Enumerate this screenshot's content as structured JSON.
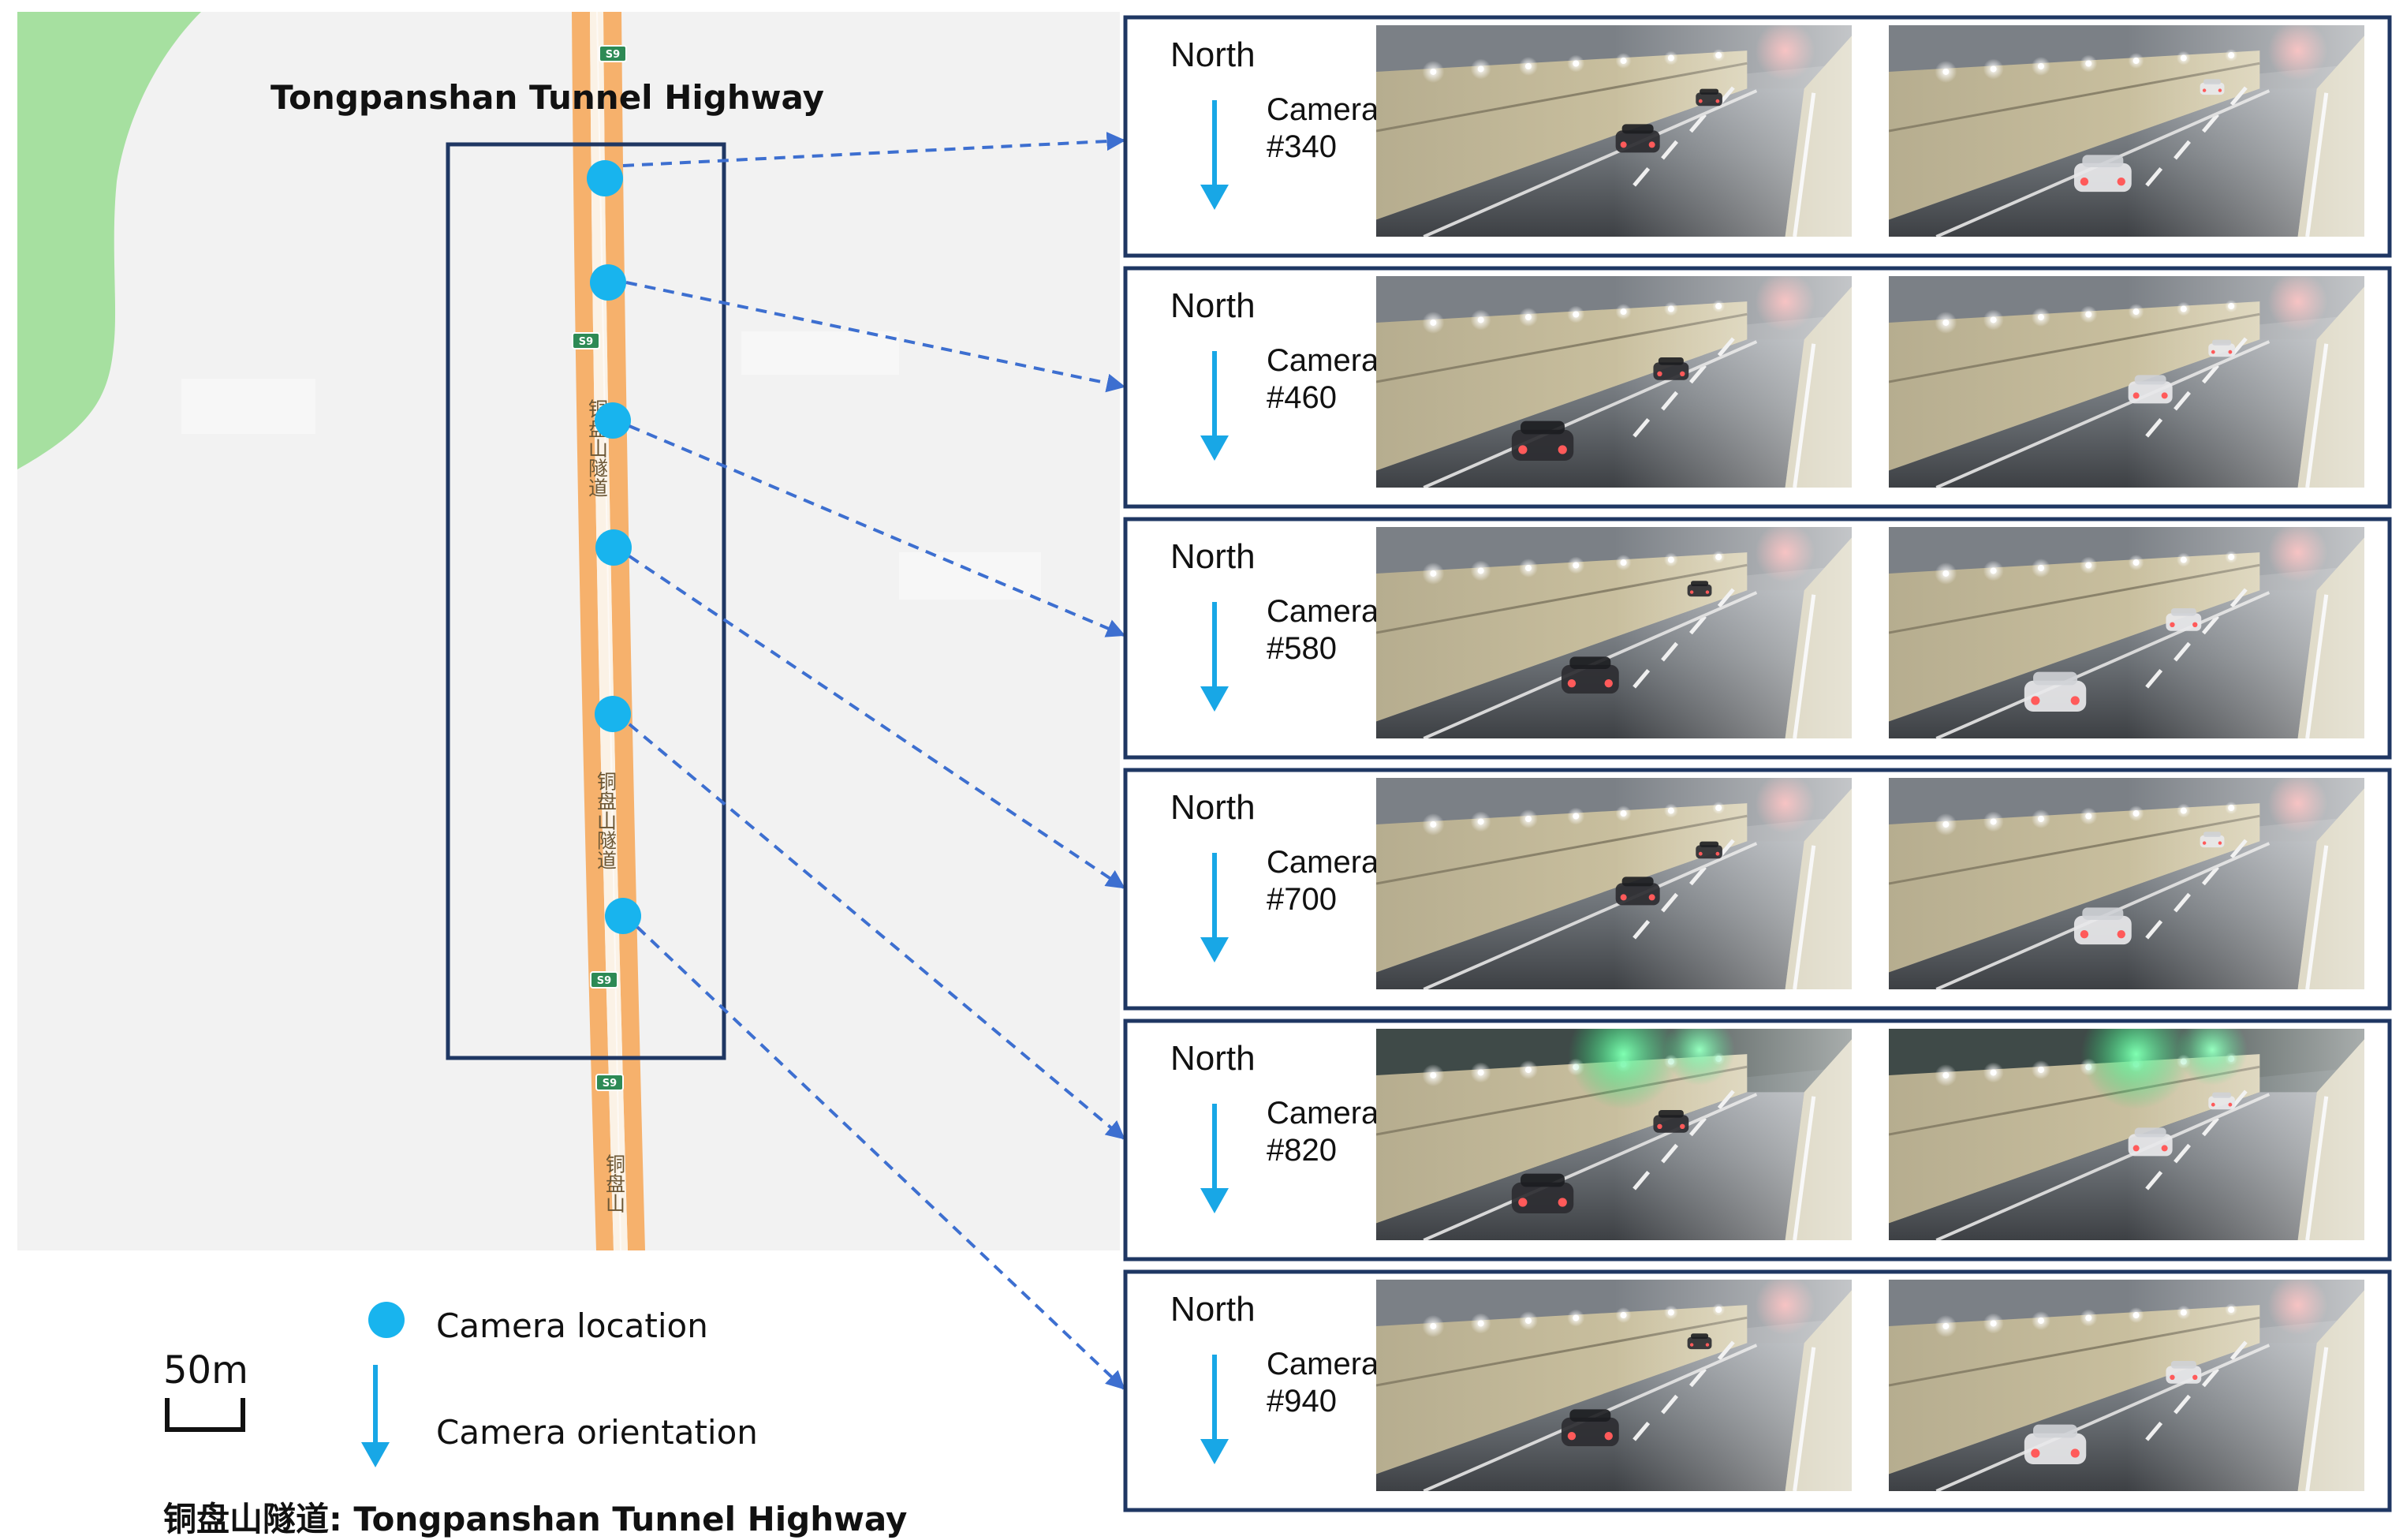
{
  "map": {
    "title": "Tongpanshan Tunnel Highway",
    "road_label_upper": "铜盘山隧道",
    "road_label_lower": "铜盘山隧道",
    "road_label_bottom": "铜盘山",
    "shield_label": "S9"
  },
  "panels": [
    {
      "direction": "North",
      "camera_label": "Camera",
      "camera_id": "#340"
    },
    {
      "direction": "North",
      "camera_label": "Camera",
      "camera_id": "#460"
    },
    {
      "direction": "North",
      "camera_label": "Camera",
      "camera_id": "#580"
    },
    {
      "direction": "North",
      "camera_label": "Camera",
      "camera_id": "#700"
    },
    {
      "direction": "North",
      "camera_label": "Camera",
      "camera_id": "#820"
    },
    {
      "direction": "North",
      "camera_label": "Camera",
      "camera_id": "#940"
    }
  ],
  "legend": {
    "camera_location": "Camera location",
    "camera_orientation": "Camera orientation",
    "scale": "50m",
    "translation_note": "铜盘山隧道: Tongpanshan Tunnel Highway"
  },
  "colors": {
    "camera_dot": "#18b4ee",
    "arrow": "#18a7e6",
    "dashed_link": "#3d6fd0",
    "road": "#f6b16c",
    "map_bg": "#f2f2f2",
    "park": "#a6e0a0",
    "frame": "#1f3763"
  }
}
